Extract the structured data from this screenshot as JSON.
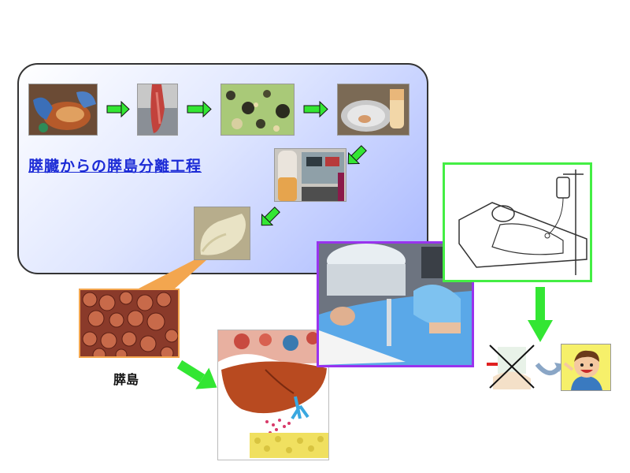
{
  "process": {
    "title": "膵臓からの膵島分離工程",
    "steps": [
      {
        "icon": "pancreas-surgery-photo"
      },
      {
        "icon": "pancreas-tissue-photo"
      },
      {
        "icon": "digested-tissue-microscope-photo"
      },
      {
        "icon": "collection-dish-photo"
      },
      {
        "icon": "cell-processor-photo"
      },
      {
        "icon": "islet-bag-photo"
      }
    ]
  },
  "islet": {
    "label": "膵島"
  },
  "colors": {
    "title_blue": "#1c2bd6",
    "arrow_green": "#33e633",
    "frame_green": "#44ee44",
    "frame_purple": "#9933ee",
    "connector_orange": "#f3a64f"
  }
}
